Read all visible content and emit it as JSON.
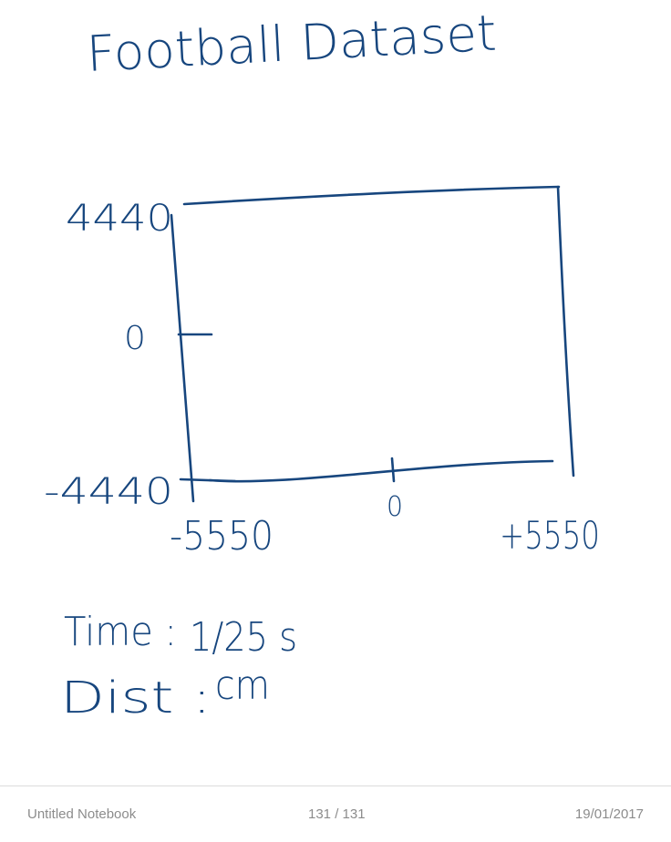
{
  "note": {
    "title": "Football Dataset",
    "y_ticks": [
      "4440",
      "0",
      "-4440"
    ],
    "x_ticks": [
      "-5550",
      "0",
      "+5550"
    ],
    "time_label": "Time :",
    "time_value": "1/25 s",
    "dist_label": "Dist :",
    "dist_value": "cm"
  },
  "footer": {
    "notebook_name": "Untitled Notebook",
    "page_indicator": "131 / 131",
    "date": "19/01/2017"
  },
  "colors": {
    "ink": "#17467e",
    "footer_text": "#8c8c8c",
    "footer_rule": "#dcdcdc"
  }
}
